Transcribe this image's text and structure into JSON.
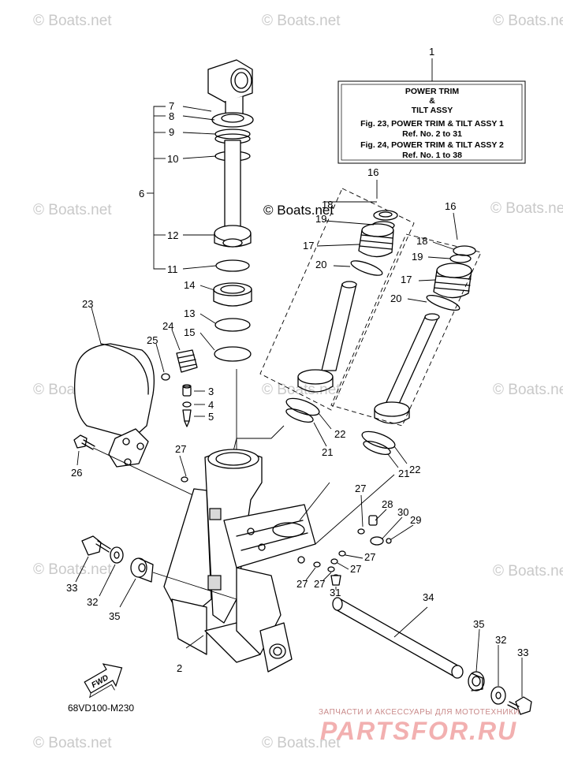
{
  "watermarks": {
    "small": "© Boats.net",
    "big": "© Boats.net"
  },
  "info_box": {
    "ref_number": "1",
    "line1": "POWER TRIM",
    "line2": "&",
    "line3": "TILT ASSY",
    "line4": "Fig. 23, POWER TRIM & TILT ASSY 1",
    "line5": "Ref. No. 2 to 31",
    "line6": "Fig. 24, POWER TRIM & TILT ASSY 2",
    "line7": "Ref. No. 1 to 38"
  },
  "callouts": {
    "n2": "2",
    "n3": "3",
    "n4": "4",
    "n5": "5",
    "n6": "6",
    "n7": "7",
    "n8": "8",
    "n9": "9",
    "n10": "10",
    "n11": "11",
    "n12": "12",
    "n13": "13",
    "n14": "14",
    "n15": "15",
    "n16a": "16",
    "n16b": "16",
    "n17a": "17",
    "n17b": "17",
    "n18a": "18",
    "n18b": "18",
    "n19a": "19",
    "n19b": "19",
    "n20a": "20",
    "n20b": "20",
    "n21a": "21",
    "n21b": "21",
    "n22a": "22",
    "n22b": "22",
    "n23": "23",
    "n24": "24",
    "n25": "25",
    "n26": "26",
    "n27a": "27",
    "n27b": "27",
    "n27c": "27",
    "n27d": "27",
    "n27e": "27",
    "n27f": "27",
    "n28": "28",
    "n29": "29",
    "n30": "30",
    "n31": "31",
    "n32a": "32",
    "n32b": "32",
    "n33a": "33",
    "n33b": "33",
    "n34": "34",
    "n35a": "35",
    "n35b": "35"
  },
  "fwd_label": "FWD",
  "diagram_code": "68VD100-M230",
  "parts_site": {
    "tagline": "ЗАПЧАСТИ И АКСЕССУАРЫ ДЛЯ МОТОТЕХНИКИ",
    "logo": "PARTSFOR.RU"
  }
}
